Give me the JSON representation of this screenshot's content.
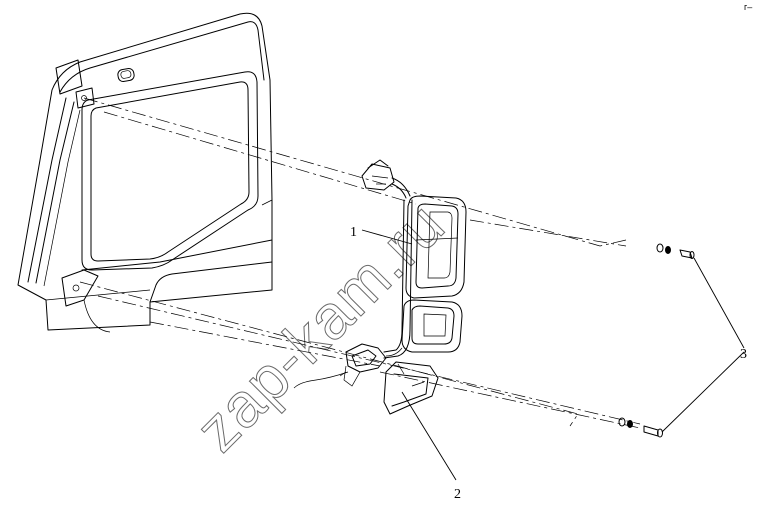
{
  "callouts": {
    "part_1": "1",
    "part_2": "2",
    "part_3": "3"
  },
  "watermark": "zap-kam.ru",
  "corner_mark": "г–"
}
